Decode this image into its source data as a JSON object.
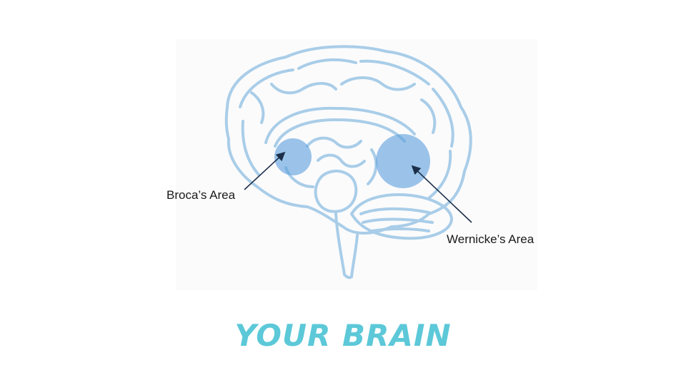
{
  "slide": {
    "title": "YOUR BRAIN",
    "title_color": "#5cc8d8"
  },
  "figure": {
    "subject": "sagittal brain sketch",
    "outline_color": "#a9cde8",
    "highlight_color": "#5b9fdc",
    "arrow_color": "#1c2f4a",
    "areas": [
      {
        "id": "broca",
        "label": "Broca’s Area"
      },
      {
        "id": "wernicke",
        "label": "Wernicke’s Area"
      }
    ]
  }
}
